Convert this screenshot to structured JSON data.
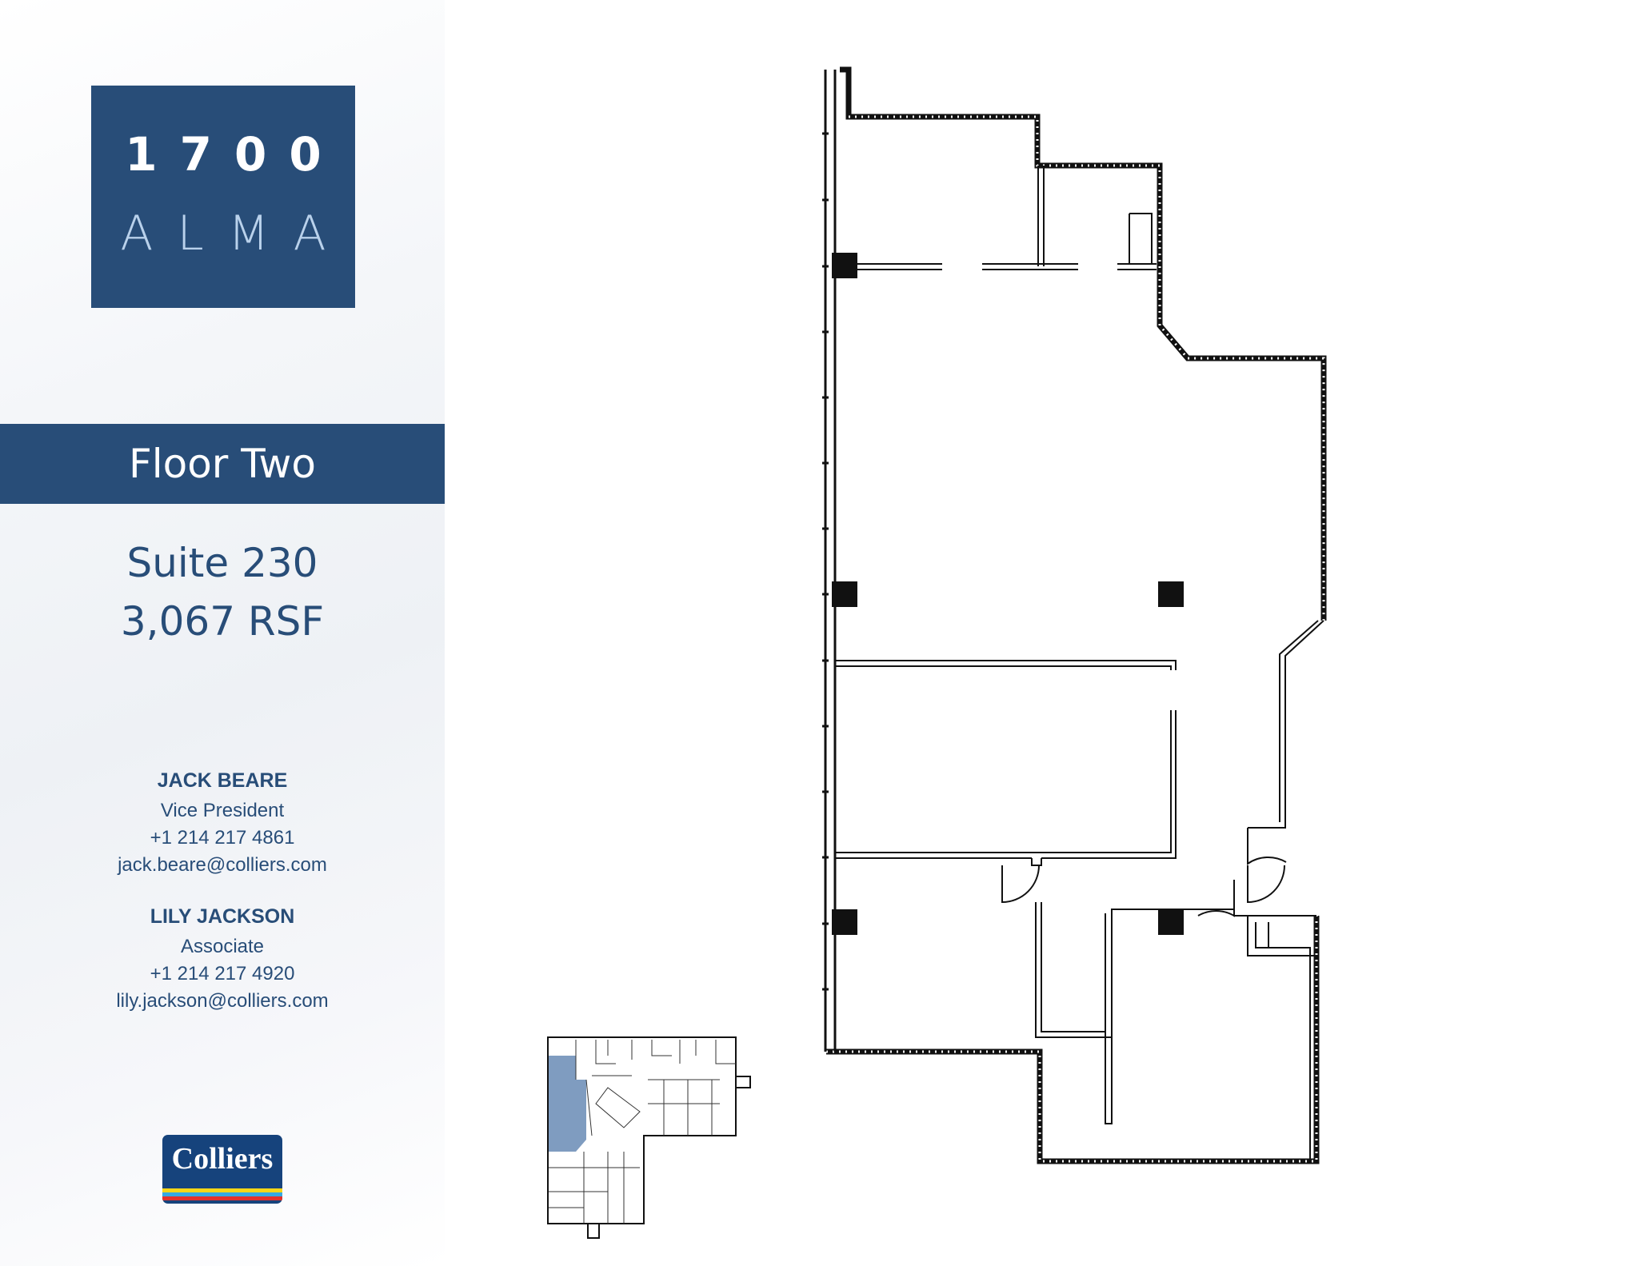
{
  "brand": {
    "number": "1700",
    "name": "ALMA",
    "box_color": "#284d78"
  },
  "floor": {
    "label": "Floor Two"
  },
  "suite": {
    "name": "Suite 230",
    "size": "3,067 RSF"
  },
  "contacts": [
    {
      "name": "JACK BEARE",
      "title": "Vice President",
      "phone": "+1 214 217 4861",
      "email": "jack.beare@colliers.com"
    },
    {
      "name": "LILY JACKSON",
      "title": "Associate",
      "phone": "+1 214 217 4920",
      "email": "lily.jackson@colliers.com"
    }
  ],
  "company_logo": {
    "text": "Colliers",
    "stripe_colors": [
      "#f9d617",
      "#36a9e1",
      "#e4312b"
    ]
  },
  "floor_plan": {
    "icon": "floor-plan-drawing",
    "key_plan_icon": "key-plan-thumbnail",
    "highlight_color": "#7f9cc0"
  }
}
